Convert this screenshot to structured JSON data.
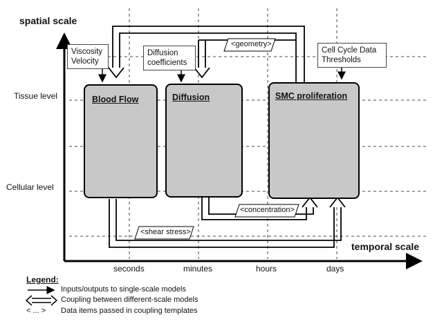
{
  "axes": {
    "y_title": "spatial scale",
    "x_title": "temporal scale",
    "y_levels": [
      "Tissue level",
      "Cellular level"
    ],
    "x_ticks": [
      "seconds",
      "minutes",
      "hours",
      "days"
    ]
  },
  "models": [
    {
      "title": "Blood Flow"
    },
    {
      "title": "Diffusion"
    },
    {
      "title": "SMC proliferation"
    }
  ],
  "inputs": {
    "blood_flow": [
      "Viscosity",
      "Velocity"
    ],
    "diffusion": [
      "Diffusion",
      "coefficients"
    ],
    "smc": [
      "Cell Cycle Data",
      "Thresholds"
    ]
  },
  "coupling_tags": {
    "geometry": "<geometry>",
    "concentration": "<concentration>",
    "shear_stress": "<shear stress>"
  },
  "legend": {
    "title": "Legend:",
    "items": [
      "Inputs/outputs  to single-scale models",
      "Coupling between different-scale models",
      "Data items passed in coupling templates"
    ],
    "tag_symbol": "< ... >"
  },
  "colors": {
    "model_fill": "#c8c8c8",
    "grid": "#444444",
    "axis": "#000000"
  }
}
